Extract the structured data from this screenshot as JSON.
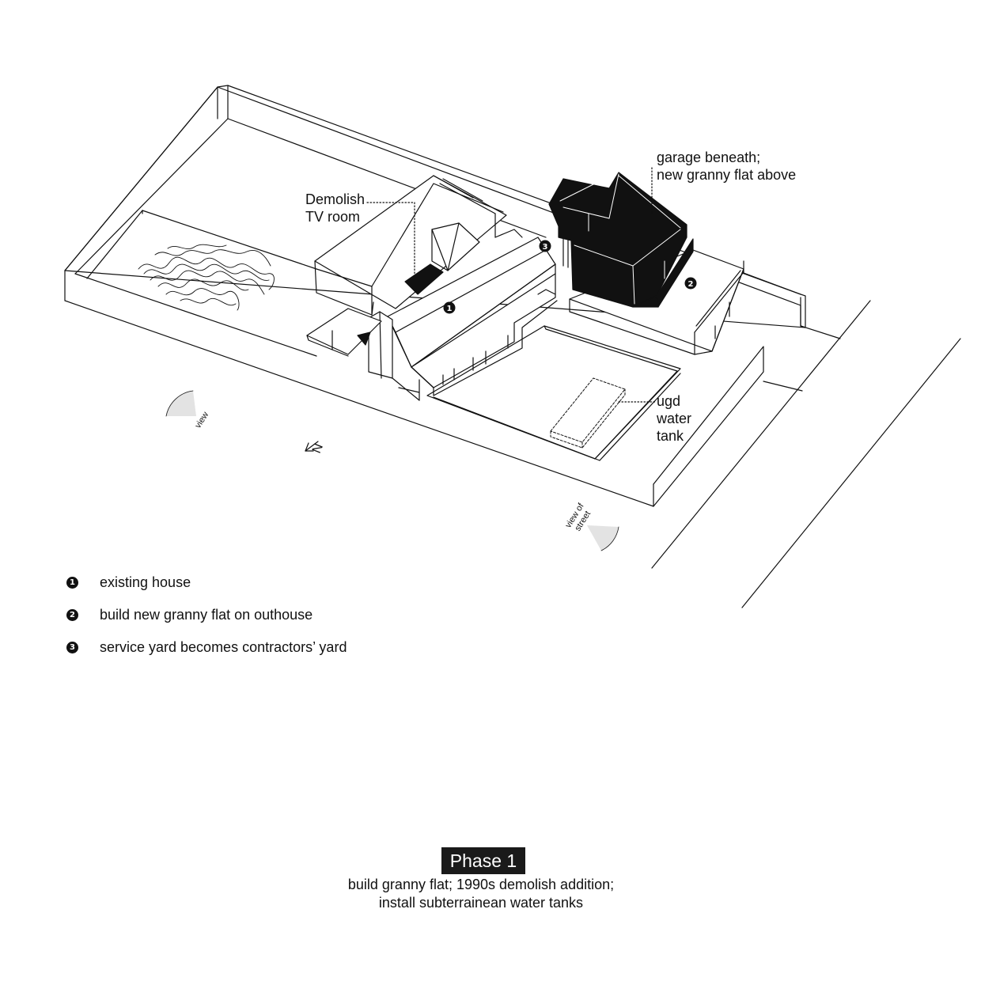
{
  "diagram": {
    "markers": {
      "existing_house": "1",
      "granny_flat": "2",
      "service_yard": "3"
    },
    "annotations": {
      "demolish_line1": "Demolish",
      "demolish_line2": "TV room",
      "garage_line1": "garage beneath;",
      "garage_line2": "new granny flat above",
      "tank_line1": "ugd",
      "tank_line2": "water",
      "tank_line3": "tank"
    },
    "view_label": "view",
    "view_of_street_line1": "view of",
    "view_of_street_line2": "street",
    "north_arrow": "N"
  },
  "legend": [
    {
      "num": "1",
      "text": "existing house"
    },
    {
      "num": "2",
      "text": "build new granny flat on outhouse"
    },
    {
      "num": "3",
      "text": "service yard becomes contractors’ yard"
    }
  ],
  "phase": {
    "title": "Phase 1",
    "desc_line1": "build granny flat; 1990s demolish addition;",
    "desc_line2": "install subterrainean water tanks"
  },
  "colors": {
    "ink": "#111111",
    "fill": "#ffffff",
    "phase_bg": "#1a1a1a",
    "view_cone": "#e3e3e3"
  },
  "icons": {
    "north": "north-arrow-icon",
    "view": "view-cone-icon"
  }
}
